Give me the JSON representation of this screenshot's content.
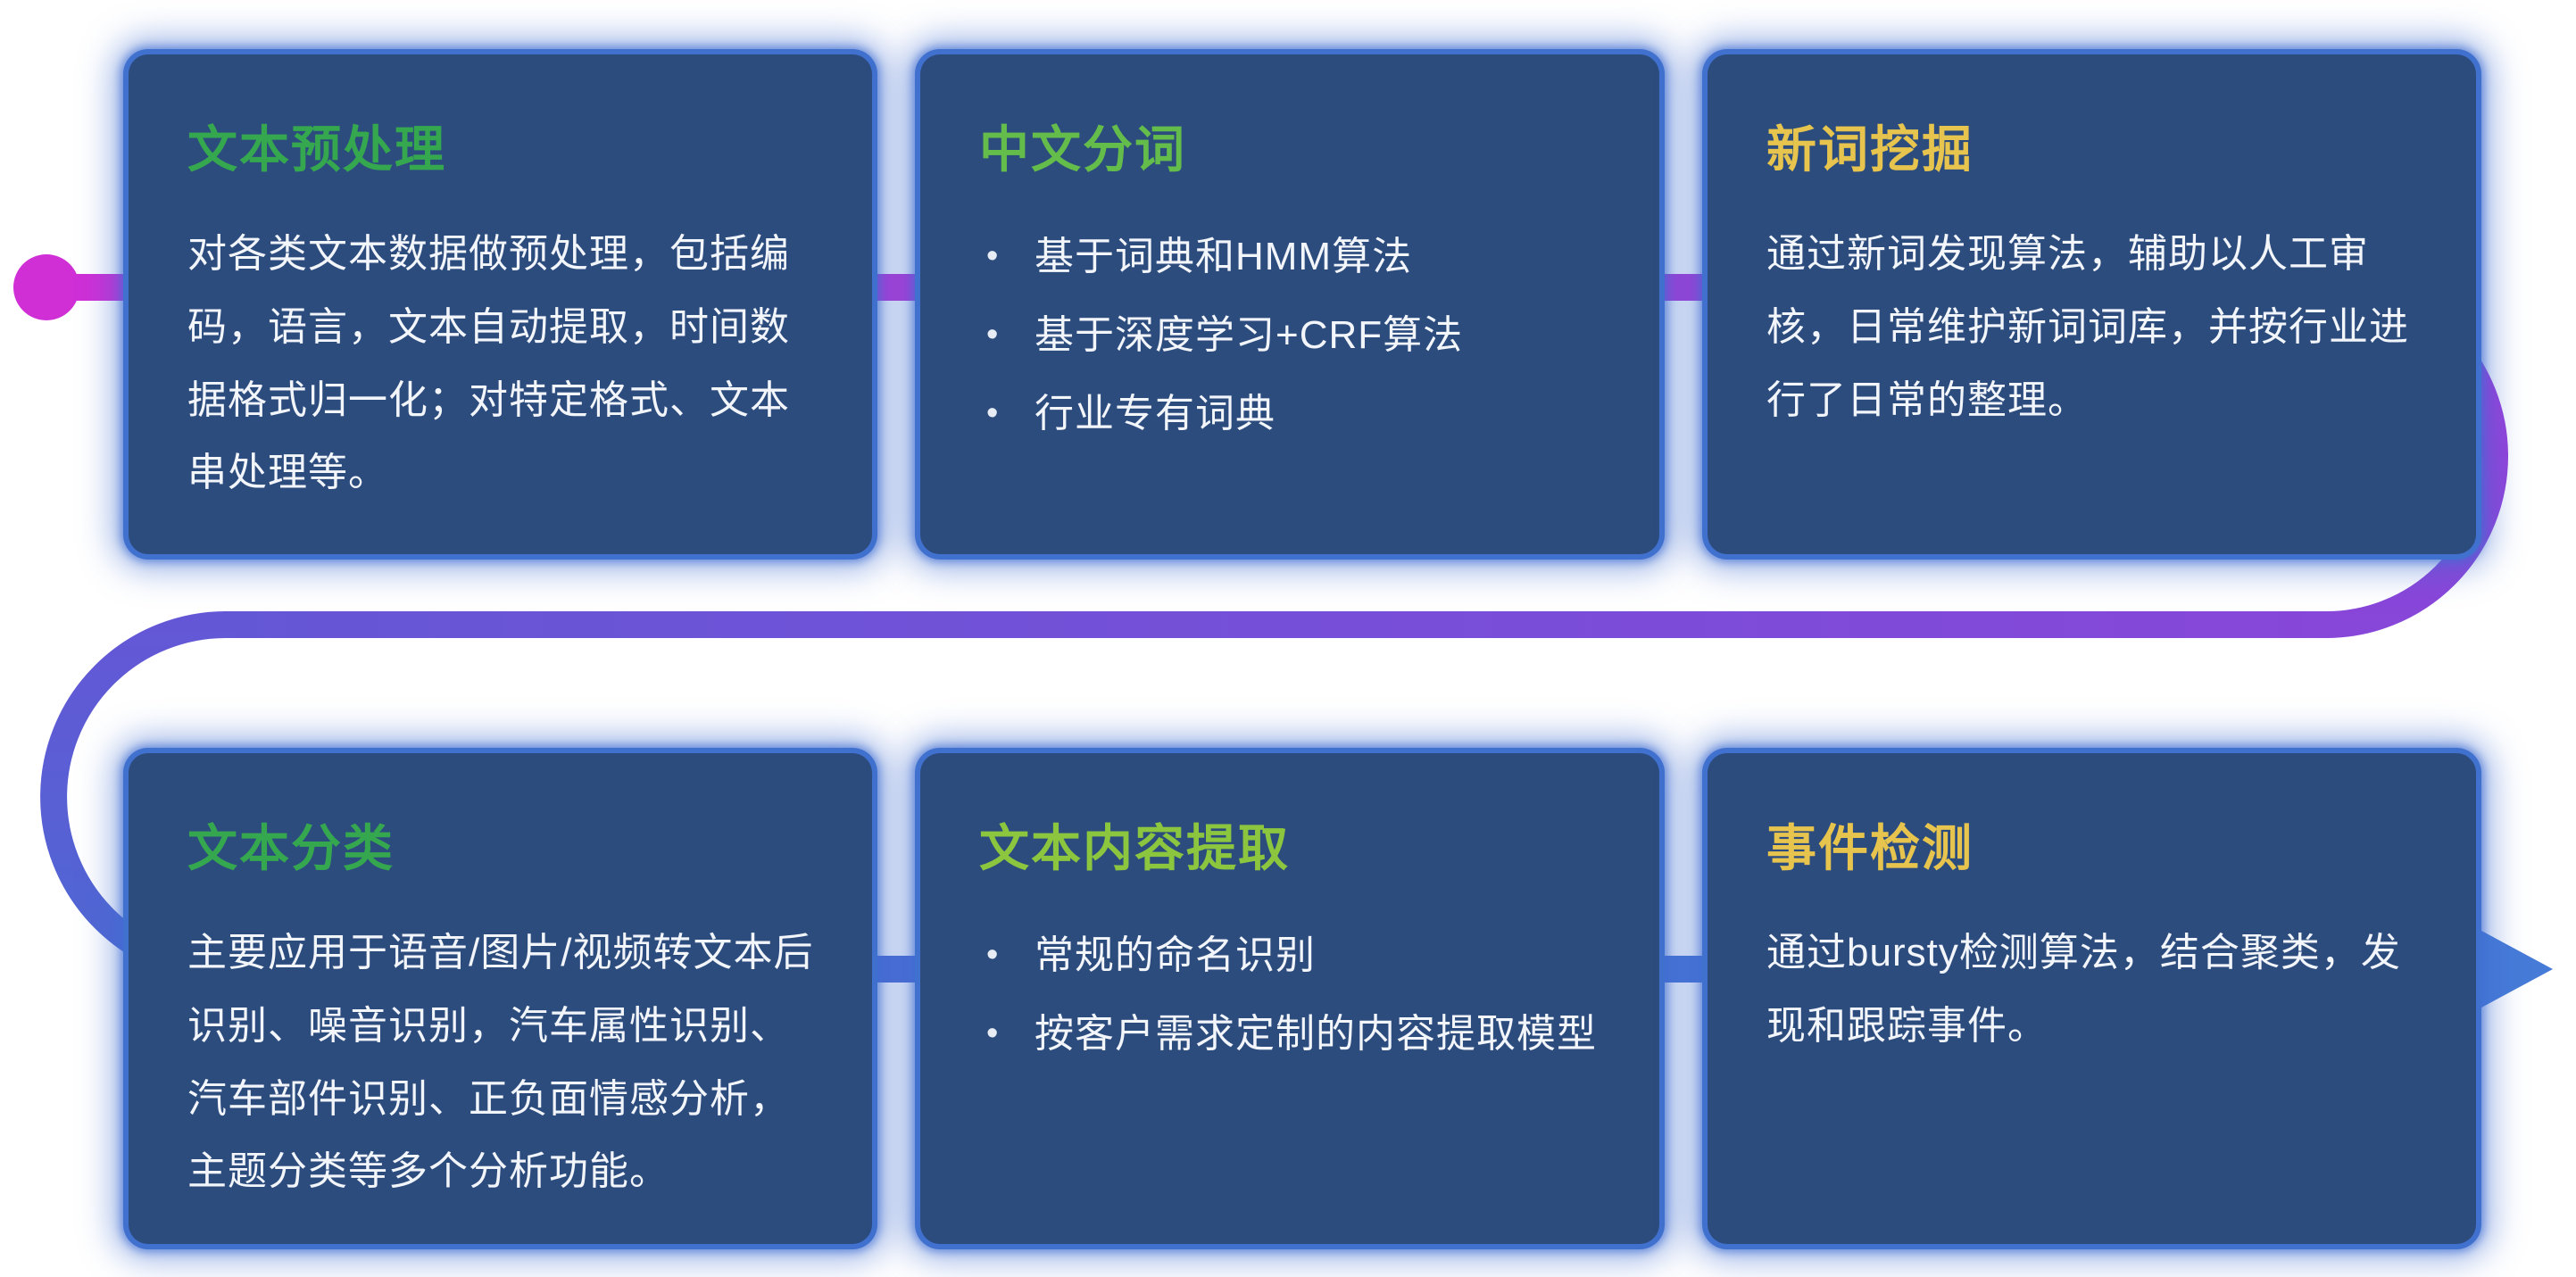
{
  "diagram": {
    "background_color": "#ffffff",
    "flow": {
      "description": "serpentine flow line passing behind cards, left to right, down, right to left, down, left to right",
      "colors": [
        "#d02fd6",
        "#a03cda",
        "#8747d9",
        "#6457d6",
        "#4e68d3",
        "#477bd8"
      ],
      "start_dot_color": "#d02fd6",
      "arrow_color": "#477bd8"
    },
    "card_style": {
      "fill_color": "#2d4c7e",
      "glow_color": "#4272d4",
      "body_text_color": "#f2f5fa"
    },
    "cards": [
      {
        "id": "text-preprocessing",
        "title": "文本预处理",
        "title_color": "#35a84f",
        "body": "对各类文本数据做预处理，包括编码，语言，文本自动提取，时间数据格式归一化；对特定格式、文本串处理等。",
        "bullets": []
      },
      {
        "id": "chinese-word-segmentation",
        "title": "中文分词",
        "title_color": "#64bd4a",
        "body": "",
        "bullets": [
          "基于词典和HMM算法",
          "基于深度学习+CRF算法",
          "行业专有词典"
        ]
      },
      {
        "id": "new-word-mining",
        "title": "新词挖掘",
        "title_color": "#e6c44d",
        "body": "通过新词发现算法，辅助以人工审核，日常维护新词词库，并按行业进行了日常的整理。",
        "bullets": []
      },
      {
        "id": "text-classification",
        "title": "文本分类",
        "title_color": "#35a84f",
        "body": "主要应用于语音/图片/视频转文本后识别、噪音识别，汽车属性识别、汽车部件识别、正负面情感分析，主题分类等多个分析功能。",
        "bullets": []
      },
      {
        "id": "text-content-extraction",
        "title": "文本内容提取",
        "title_color": "#8cc63f",
        "body": "",
        "bullets": [
          "常规的命名识别",
          "按客户需求定制的内容提取模型"
        ]
      },
      {
        "id": "event-detection",
        "title": "事件检测",
        "title_color": "#e6c44d",
        "body": "通过bursty检测算法，结合聚类，发现和跟踪事件。",
        "bullets": []
      }
    ]
  }
}
